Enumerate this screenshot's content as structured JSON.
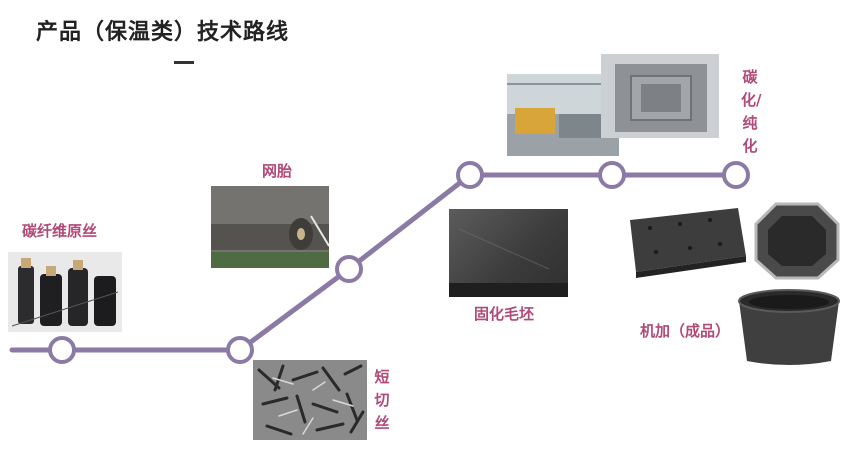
{
  "title": "产品（保温类）技术路线",
  "steps": {
    "fiber": "碳纤维原丝",
    "felt": "网胎",
    "chopped": "短切丝",
    "cured": "固化毛坯",
    "carbonize": "碳化/纯化",
    "machined": "机加（成品）"
  },
  "colors": {
    "route_line": "#8c7aa6",
    "label": "#b04a78"
  }
}
